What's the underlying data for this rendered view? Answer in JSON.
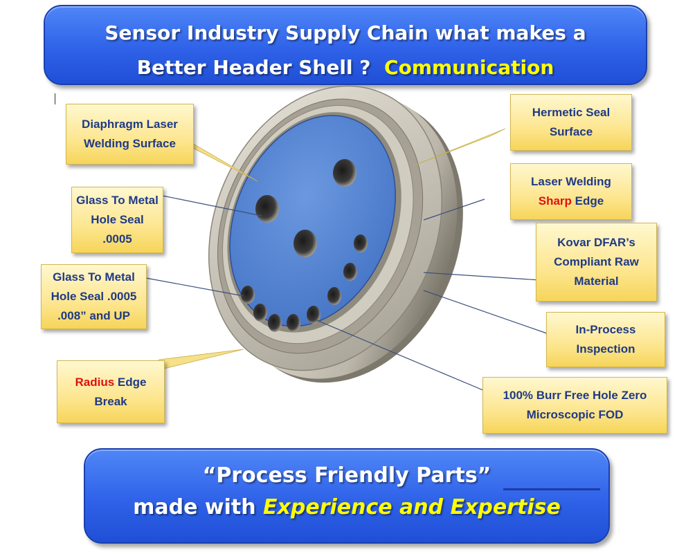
{
  "top_banner": {
    "line1": "Sensor Industry Supply Chain what makes a",
    "line2_prefix": "Better Header Shell ?",
    "line2_highlight": "Communication"
  },
  "bottom_banner": {
    "line1": "“Process Friendly Parts”",
    "line2_prefix": "made with",
    "line2_highlight": "Experience and Expertise"
  },
  "callouts": {
    "diaphragm": {
      "line1": "Diaphragm Laser",
      "line2": "Welding Surface"
    },
    "gtm_seal": {
      "line1": "Glass To Metal",
      "line2": "Hole Seal",
      "line3": ".0005"
    },
    "gtm_seal_up": {
      "line1": "Glass To Metal",
      "line2": "Hole Seal .0005",
      "line3": ".008” and UP"
    },
    "radius": {
      "red": "Radius",
      "rest": "Edge",
      "line2": "Break"
    },
    "hermetic": {
      "line1": "Hermetic Seal",
      "line2": "Surface"
    },
    "laser_sharp": {
      "line1": "Laser Welding",
      "red": "Sharp",
      "rest": "Edge"
    },
    "kovar": {
      "line1": "Kovar DFAR’s",
      "line2": "Compliant Raw",
      "line3": "Material"
    },
    "inprocess": {
      "line1": "In-Process",
      "line2": "Inspection"
    },
    "burr": {
      "line1": "100% Burr Free Hole Zero",
      "line2": "Microscopic FOD"
    }
  },
  "colors": {
    "banner_blue": "#2f62e8",
    "highlight_yellow": "#ffff00",
    "callout_text": "#1f3a86",
    "callout_red": "#e01010",
    "face_blue": "#5a8ad6",
    "metal_gray": "#b7b2a6"
  }
}
